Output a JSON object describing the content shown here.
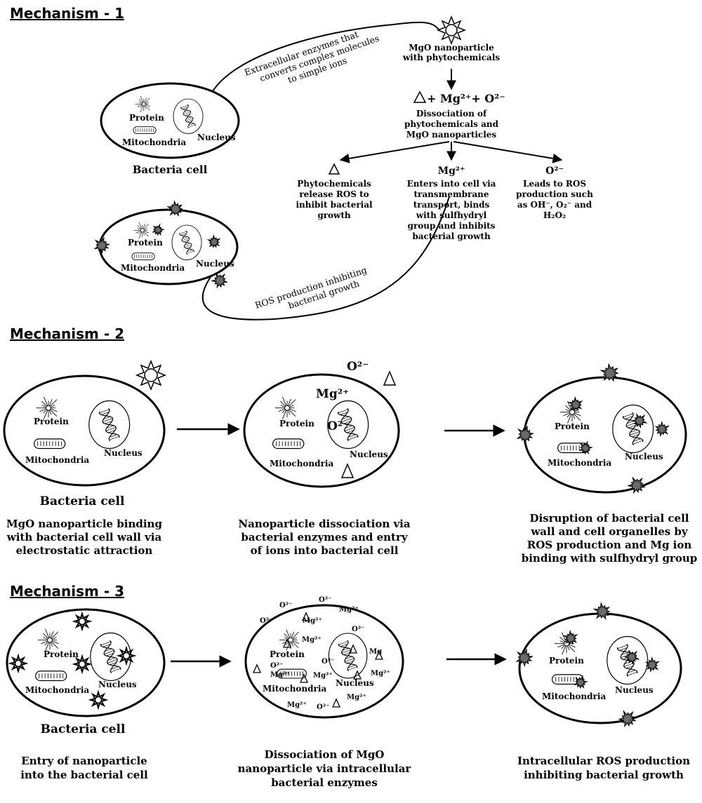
{
  "mechanism1": {
    "heading": "Mechanism - 1",
    "enzyme_label_lines": [
      "Extracellular enzymes that",
      "converts complex molecules",
      "to simple ions"
    ],
    "nanoparticle_label_lines": [
      "MgO nanoparticle",
      "with phytochemicals"
    ],
    "dissociation_formula": "+ Mg²⁺+ O²⁻",
    "dissociation_lines": [
      "Dissociation of",
      "phytochemicals and",
      "MgO nanoparticles"
    ],
    "branch_phyto": {
      "symbol": "△",
      "lines": [
        "Phytochemicals",
        "release ROS to",
        "inhibit bacterial",
        "growth"
      ]
    },
    "branch_mg": {
      "symbol": "Mg²⁺",
      "lines": [
        "Enters into cell via",
        "transmembrane",
        "transport, binds",
        "with sulfhydryl",
        "group and inhibits",
        "bacterial growth"
      ]
    },
    "branch_o": {
      "symbol": "O²⁻",
      "lines": [
        "Leads to ROS",
        "production such",
        "as OH⁻, O₂⁻ and",
        "H₂O₂"
      ]
    },
    "cell1": {
      "protein": "Protein",
      "mitochondria": "Mitochondria",
      "nucleus": "Nucleus",
      "caption": "Bacteria cell"
    },
    "cell2": {
      "protein": "Protein",
      "mitochondria": "Mitochondria",
      "nucleus": "Nucleus"
    },
    "ros_label_lines": [
      "ROS production inhibiting",
      "bacterial growth"
    ]
  },
  "mechanism2": {
    "heading": "Mechanism - 2",
    "cell_a": {
      "protein": "Protein",
      "mitochondria": "Mitochondria",
      "nucleus": "Nucleus",
      "caption": "Bacteria cell"
    },
    "cell_b": {
      "protein": "Protein",
      "mitochondria": "Mitochondria",
      "nucleus": "Nucleus",
      "ion_o_top": "O²⁻",
      "ion_mg": "Mg²⁺",
      "ion_o_mid": "O²⁻"
    },
    "cell_c": {
      "protein": "Protein",
      "mitochondria": "Mitochondria",
      "nucleus": "Nucleus"
    },
    "desc_a_lines": [
      "MgO nanoparticle binding",
      "with bacterial cell wall via",
      "electrostatic attraction"
    ],
    "desc_b_lines": [
      "Nanoparticle dissociation via",
      "bacterial enzymes and entry",
      "of ions into bacterial cell"
    ],
    "desc_c_lines": [
      "Disruption of bacterial cell",
      "wall and cell organelles by",
      "ROS production and Mg ion",
      "binding with sulfhydryl group"
    ]
  },
  "mechanism3": {
    "heading": "Mechanism - 3",
    "cell_a": {
      "protein": "Protein",
      "mitochondria": "Mitochondria",
      "nucleus": "Nucleus",
      "caption": "Bacteria cell"
    },
    "cell_b": {
      "protein": "Protein",
      "mitochondria": "Mitochondria",
      "nucleus": "Nucleus",
      "ions": [
        "O²⁻",
        "O²⁻",
        "Mg²⁺",
        "O²⁻",
        "Mg²⁺",
        "O²⁻",
        "O²⁻",
        "Mg²⁺",
        "O²⁻",
        "Mg",
        "Mg²⁺",
        "Mg²⁺",
        "Mg²⁺",
        "Mg²⁺",
        "Mg²⁺",
        "O²⁻"
      ]
    },
    "cell_c": {
      "protein": "Protein",
      "mitochondria": "Mitochondria",
      "nucleus": "Nucleus"
    },
    "desc_a_lines": [
      "Entry of nanoparticle",
      "into the bacterial cell"
    ],
    "desc_b_lines": [
      "Dissociation of MgO",
      "nanoparticle via intracellular",
      "bacterial enzymes"
    ],
    "desc_c_lines": [
      "Intracellular ROS production",
      "inhibiting bacterial growth"
    ]
  }
}
